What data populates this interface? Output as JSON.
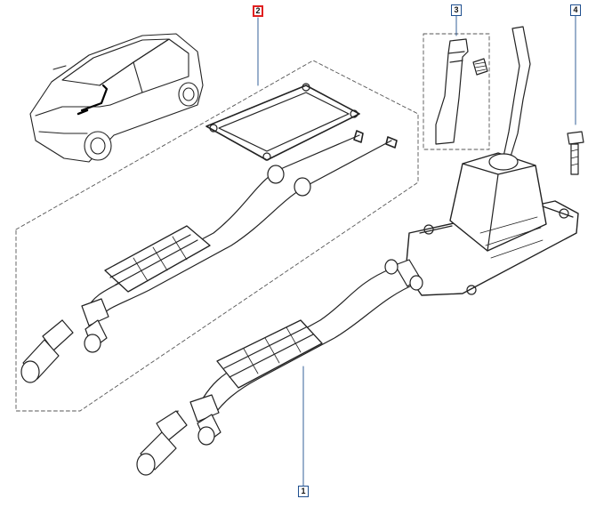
{
  "diagram": {
    "callouts": [
      {
        "id": "c2",
        "label": "2",
        "highlighted": true
      },
      {
        "id": "c3",
        "label": "3",
        "highlighted": false
      },
      {
        "id": "c4",
        "label": "4",
        "highlighted": false
      },
      {
        "id": "c1",
        "label": "1",
        "highlighted": false
      }
    ],
    "colors": {
      "line": "#222222",
      "leader": "#1f4f8f",
      "highlight": "#e02020",
      "dash": "#555555"
    }
  }
}
